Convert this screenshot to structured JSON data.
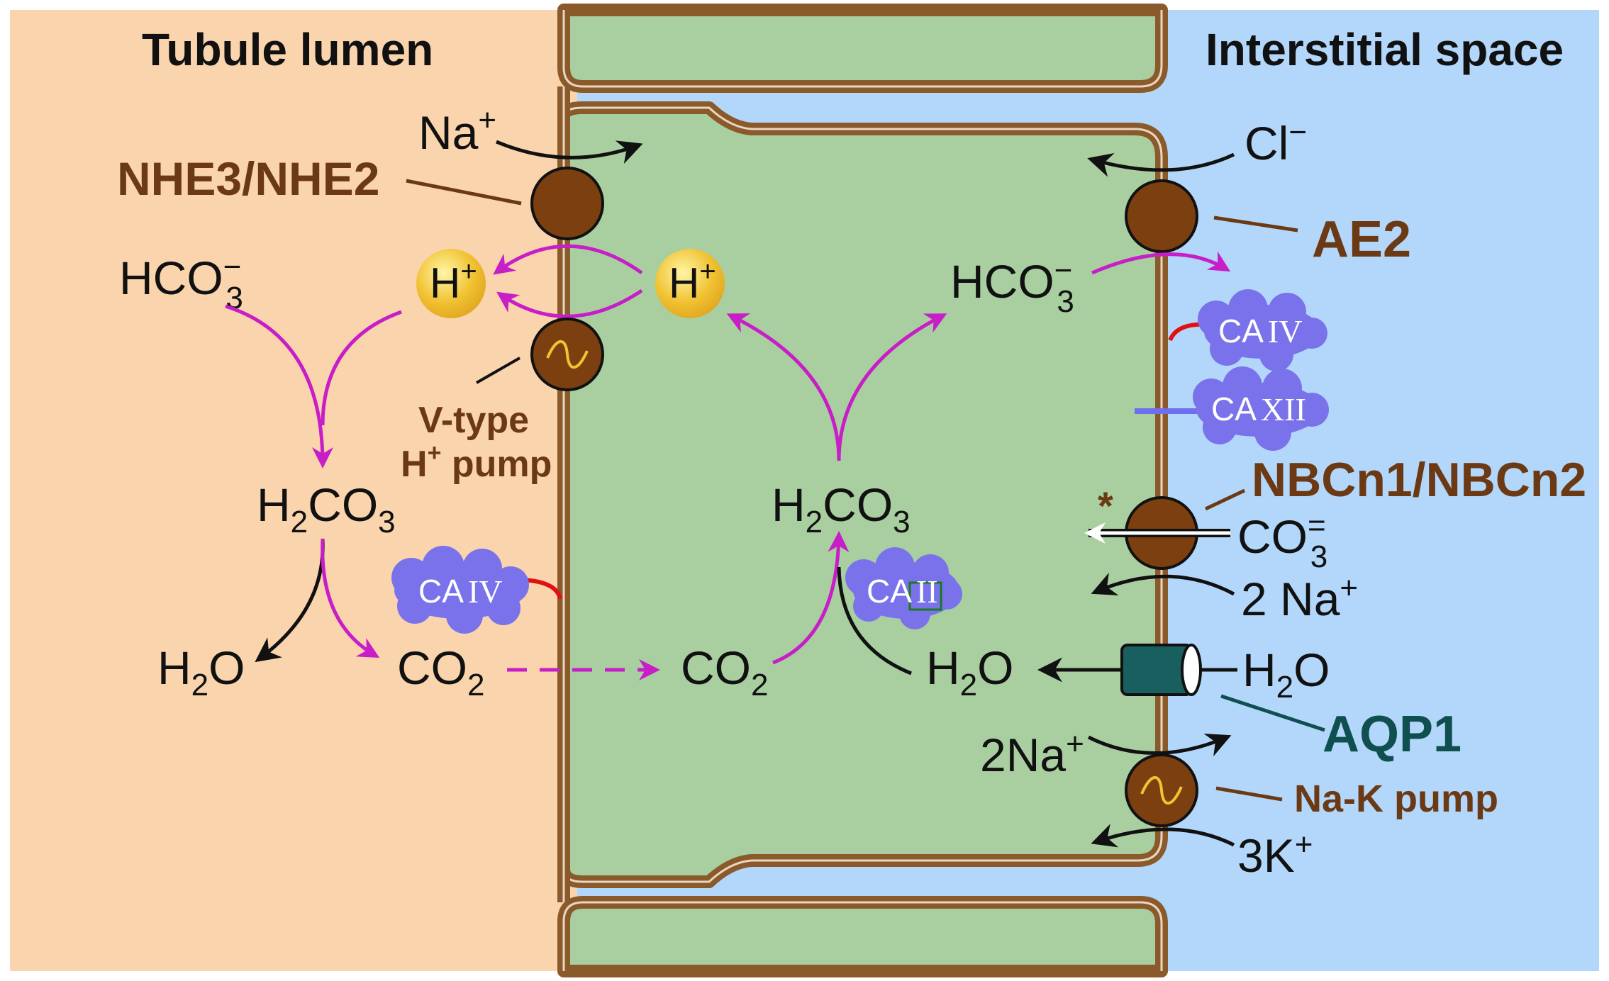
{
  "regions": {
    "lumen": "Tubule lumen",
    "interstitial": "Interstitial space"
  },
  "transporters": {
    "nhe": "NHE3/NHE2",
    "ae2": "AE2",
    "vtype_line1": "V-type",
    "vtype_line2_sup": "+",
    "vtype_line2_head": "H",
    "vtype_line2_tail": " pump",
    "nbcn": "NBCn1/NBCn2",
    "aqp1": "AQP1",
    "nak": "Na-K pump",
    "asterisk": "*"
  },
  "enzymes": {
    "ca4_lumen": {
      "prefix": "CA",
      "roman": "IV"
    },
    "ca2": {
      "prefix": "CA",
      "roman": "II"
    },
    "ca4_baso": {
      "prefix": "CA",
      "roman": "IV"
    },
    "ca12": {
      "prefix": "CA",
      "roman": "XII"
    }
  },
  "species": {
    "na_top": {
      "base": "Na",
      "sup": "+"
    },
    "cl": {
      "base": "Cl",
      "sup": "−"
    },
    "hco3_lumen": {
      "base": "HCO",
      "sub": "3",
      "sup": "−"
    },
    "hco3_cell": {
      "base": "HCO",
      "sub": "3",
      "sup": "−"
    },
    "h_lumen": {
      "base": "H",
      "sup": "+"
    },
    "h_cell": {
      "base": "H",
      "sup": "+"
    },
    "h2co3_lumen": {
      "a": "H",
      "sub1": "2",
      "b": "CO",
      "sub2": "3"
    },
    "h2co3_cell": {
      "a": "H",
      "sub1": "2",
      "b": "CO",
      "sub2": "3"
    },
    "h2o_lumen": {
      "a": "H",
      "sub1": "2",
      "b": "O"
    },
    "co2_lumen": {
      "a": "CO",
      "sub1": "2"
    },
    "co2_cell": {
      "a": "CO",
      "sub1": "2"
    },
    "h2o_cell": {
      "a": "H",
      "sub1": "2",
      "b": "O"
    },
    "h2o_inter": {
      "a": "H",
      "sub1": "2",
      "b": "O"
    },
    "co3": {
      "base": "CO",
      "sub": "3",
      "sup": "="
    },
    "two_na_nbc": {
      "base": "2 Na",
      "sup": "+"
    },
    "two_na_pump": {
      "base": "2Na",
      "sup": "+"
    },
    "three_k": {
      "base": "3K",
      "sup": "+"
    }
  },
  "colors": {
    "lumen": "#fad4ad",
    "interstitial": "#b3d7fb",
    "cell": "#a9cfa1",
    "membrane": "#8b5a2b",
    "transporter": "#7b3f10",
    "reaction_arrow": "#c71ec7",
    "ion": "#f1c232",
    "aqp": "#1a5f60",
    "ca_cloud": "#7a72ea"
  }
}
